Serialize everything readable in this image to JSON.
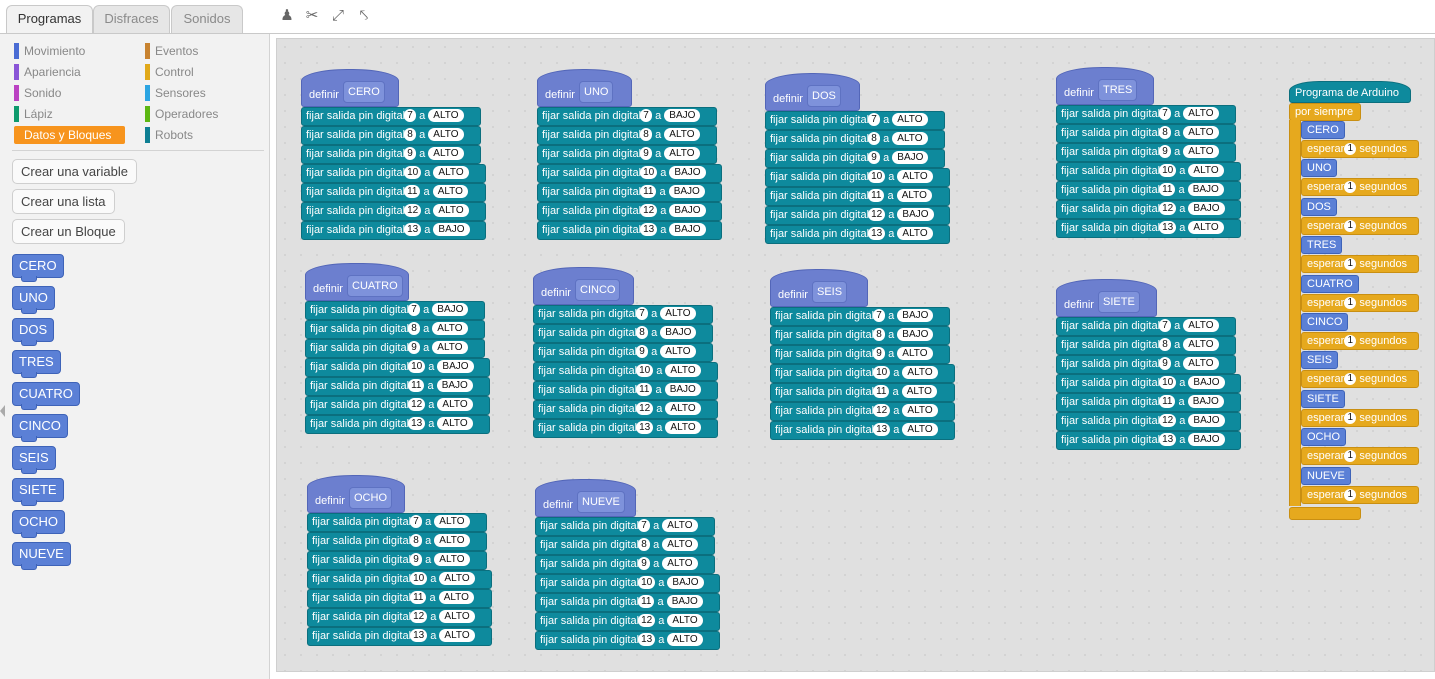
{
  "tabs": [
    {
      "label": "Programas",
      "active": true
    },
    {
      "label": "Disfraces",
      "active": false
    },
    {
      "label": "Sonidos",
      "active": false
    }
  ],
  "toolbar_icons": [
    "stamp-icon",
    "cut-icon",
    "grow-icon",
    "shrink-icon"
  ],
  "categories": [
    {
      "label": "Movimiento",
      "color": "#4a6cd4"
    },
    {
      "label": "Eventos",
      "color": "#c88330"
    },
    {
      "label": "Apariencia",
      "color": "#8a55d7"
    },
    {
      "label": "Control",
      "color": "#e1a91a"
    },
    {
      "label": "Sonido",
      "color": "#bb42c3"
    },
    {
      "label": "Sensores",
      "color": "#2ca5e2"
    },
    {
      "label": "Lápiz",
      "color": "#0e9a6c"
    },
    {
      "label": "Operadores",
      "color": "#5cb712"
    },
    {
      "label": "Datos y Bloques",
      "color": "#f7941d",
      "active": true
    },
    {
      "label": "Robots",
      "color": "#0e7f93"
    }
  ],
  "palette_buttons": [
    "Crear una variable",
    "Crear una lista",
    "Crear un Bloque"
  ],
  "custom_blocks": [
    "CERO",
    "UNO",
    "DOS",
    "TRES",
    "CUATRO",
    "CINCO",
    "SEIS",
    "SIETE",
    "OCHO",
    "NUEVE"
  ],
  "define_label": "definir",
  "row_text": "fijar salida pin digital",
  "row_to": "a",
  "definitions": [
    {
      "name": "CERO",
      "rows": [
        [
          "7",
          "ALTO"
        ],
        [
          "8",
          "ALTO"
        ],
        [
          "9",
          "ALTO"
        ],
        [
          "10",
          "ALTO"
        ],
        [
          "11",
          "ALTO"
        ],
        [
          "12",
          "ALTO"
        ],
        [
          "13",
          "BAJO"
        ]
      ]
    },
    {
      "name": "UNO",
      "rows": [
        [
          "7",
          "BAJO"
        ],
        [
          "8",
          "ALTO"
        ],
        [
          "9",
          "ALTO"
        ],
        [
          "10",
          "BAJO"
        ],
        [
          "11",
          "BAJO"
        ],
        [
          "12",
          "BAJO"
        ],
        [
          "13",
          "BAJO"
        ]
      ]
    },
    {
      "name": "DOS",
      "rows": [
        [
          "7",
          "ALTO"
        ],
        [
          "8",
          "ALTO"
        ],
        [
          "9",
          "BAJO"
        ],
        [
          "10",
          "ALTO"
        ],
        [
          "11",
          "ALTO"
        ],
        [
          "12",
          "BAJO"
        ],
        [
          "13",
          "ALTO"
        ]
      ]
    },
    {
      "name": "TRES",
      "rows": [
        [
          "7",
          "ALTO"
        ],
        [
          "8",
          "ALTO"
        ],
        [
          "9",
          "ALTO"
        ],
        [
          "10",
          "ALTO"
        ],
        [
          "11",
          "BAJO"
        ],
        [
          "12",
          "BAJO"
        ],
        [
          "13",
          "ALTO"
        ]
      ]
    },
    {
      "name": "CUATRO",
      "rows": [
        [
          "7",
          "BAJO"
        ],
        [
          "8",
          "ALTO"
        ],
        [
          "9",
          "ALTO"
        ],
        [
          "10",
          "BAJO"
        ],
        [
          "11",
          "BAJO"
        ],
        [
          "12",
          "ALTO"
        ],
        [
          "13",
          "ALTO"
        ]
      ]
    },
    {
      "name": "CINCO",
      "rows": [
        [
          "7",
          "ALTO"
        ],
        [
          "8",
          "BAJO"
        ],
        [
          "9",
          "ALTO"
        ],
        [
          "10",
          "ALTO"
        ],
        [
          "11",
          "BAJO"
        ],
        [
          "12",
          "ALTO"
        ],
        [
          "13",
          "ALTO"
        ]
      ]
    },
    {
      "name": "SEIS",
      "rows": [
        [
          "7",
          "BAJO"
        ],
        [
          "8",
          "BAJO"
        ],
        [
          "9",
          "ALTO"
        ],
        [
          "10",
          "ALTO"
        ],
        [
          "11",
          "ALTO"
        ],
        [
          "12",
          "ALTO"
        ],
        [
          "13",
          "ALTO"
        ]
      ]
    },
    {
      "name": "SIETE",
      "rows": [
        [
          "7",
          "ALTO"
        ],
        [
          "8",
          "ALTO"
        ],
        [
          "9",
          "ALTO"
        ],
        [
          "10",
          "BAJO"
        ],
        [
          "11",
          "BAJO"
        ],
        [
          "12",
          "BAJO"
        ],
        [
          "13",
          "BAJO"
        ]
      ]
    },
    {
      "name": "OCHO",
      "rows": [
        [
          "7",
          "ALTO"
        ],
        [
          "8",
          "ALTO"
        ],
        [
          "9",
          "ALTO"
        ],
        [
          "10",
          "ALTO"
        ],
        [
          "11",
          "ALTO"
        ],
        [
          "12",
          "ALTO"
        ],
        [
          "13",
          "ALTO"
        ]
      ]
    },
    {
      "name": "NUEVE",
      "rows": [
        [
          "7",
          "ALTO"
        ],
        [
          "8",
          "ALTO"
        ],
        [
          "9",
          "ALTO"
        ],
        [
          "10",
          "BAJO"
        ],
        [
          "11",
          "BAJO"
        ],
        [
          "12",
          "ALTO"
        ],
        [
          "13",
          "ALTO"
        ]
      ]
    }
  ],
  "program": {
    "hat": "Programa de Arduino",
    "loop": "por siempre",
    "wait_label": "esperar",
    "wait_value": "1",
    "wait_unit": "segundos",
    "calls": [
      "CERO",
      "UNO",
      "DOS",
      "TRES",
      "CUATRO",
      "CINCO",
      "SEIS",
      "SIETE",
      "OCHO",
      "NUEVE"
    ]
  }
}
